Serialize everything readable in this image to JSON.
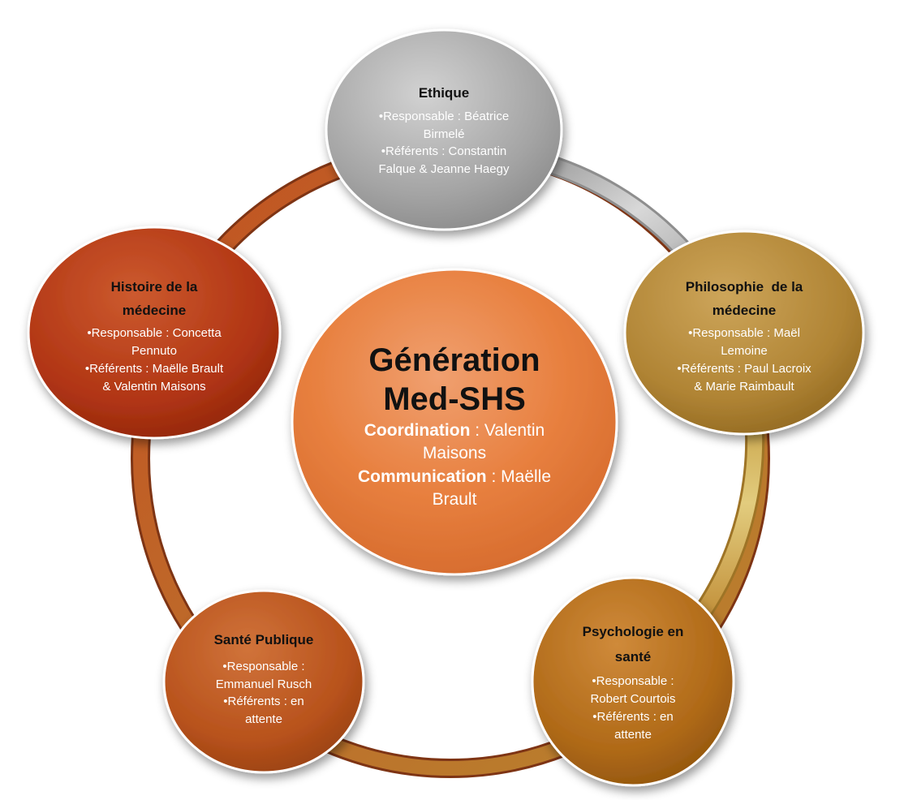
{
  "center": {
    "title_line1": "Génération",
    "title_line2": "Med-SHS",
    "coord_label": "Coordination",
    "coord_value_line1": " : Valentin",
    "coord_value_line2": "Maisons",
    "comm_label": "Communication",
    "comm_value_line1": " : Maëlle",
    "comm_value_line2": "Brault",
    "color": "#E8803F"
  },
  "nodes": {
    "ethique": {
      "title": "Ethique",
      "lines": [
        "•Responsable : Béatrice",
        "Birmelé",
        "•Référents : Constantin",
        "Falque & Jeanne Haegy"
      ],
      "color": "#A8A8A8"
    },
    "philo": {
      "title_line1": "Philosophie  de la",
      "title_line2": "médecine",
      "lines": [
        "•Responsable : Maël",
        "Lemoine",
        "•Référents : Paul Lacroix",
        "& Marie Raimbault"
      ],
      "color": "#B88A38"
    },
    "histoire": {
      "title_line1": "Histoire de la",
      "title_line2": "médecine",
      "lines": [
        "•Responsable : Concetta",
        "Pennuto",
        "•Référents : Maëlle Brault",
        "& Valentin Maisons"
      ],
      "color": "#B53A16"
    },
    "sante": {
      "title": "Santé Publique",
      "lines": [
        "•Responsable :",
        "Emmanuel Rusch",
        "•Référents : en",
        "attente"
      ],
      "color": "#BE5A22"
    },
    "psycho": {
      "title_line1": "Psychologie en",
      "title_line2": "santé",
      "lines": [
        "•Responsable :",
        "Robert Courtois",
        "•Référents : en",
        "attente"
      ],
      "color": "#B4701C"
    }
  }
}
